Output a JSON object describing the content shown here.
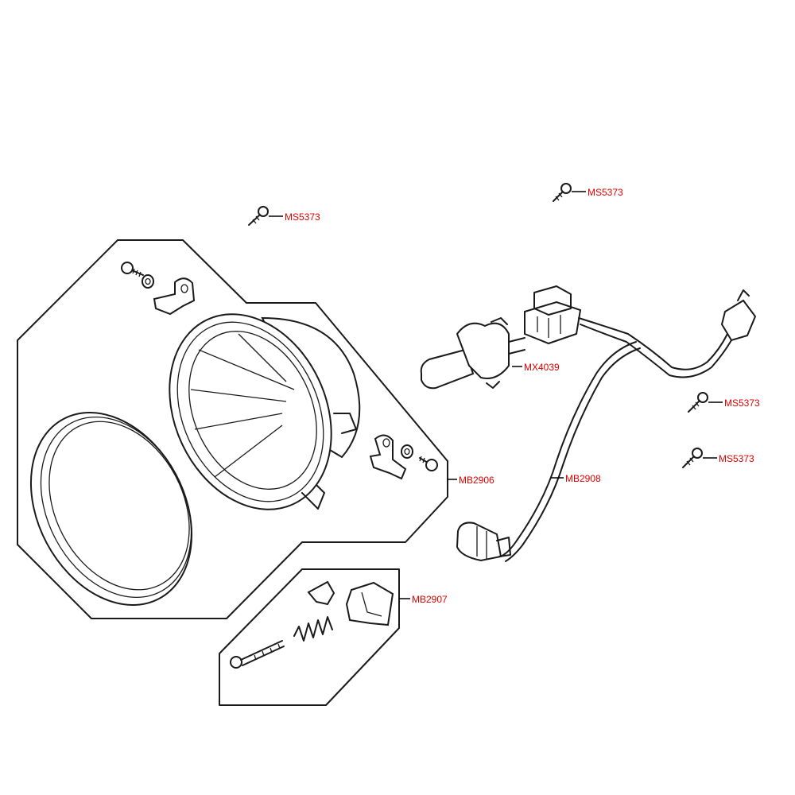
{
  "labels": {
    "screw_top_left": "MS5373",
    "screw_top_right": "MS5373",
    "bulb": "MX4039",
    "screw_right_1": "MS5373",
    "screw_right_2": "MS5373",
    "headlight_assembly": "MB2906",
    "wiring_harness": "MB2908",
    "adjuster_kit": "MB2907"
  },
  "colors": {
    "label": "#e00000",
    "line": "#1a1a1a"
  }
}
